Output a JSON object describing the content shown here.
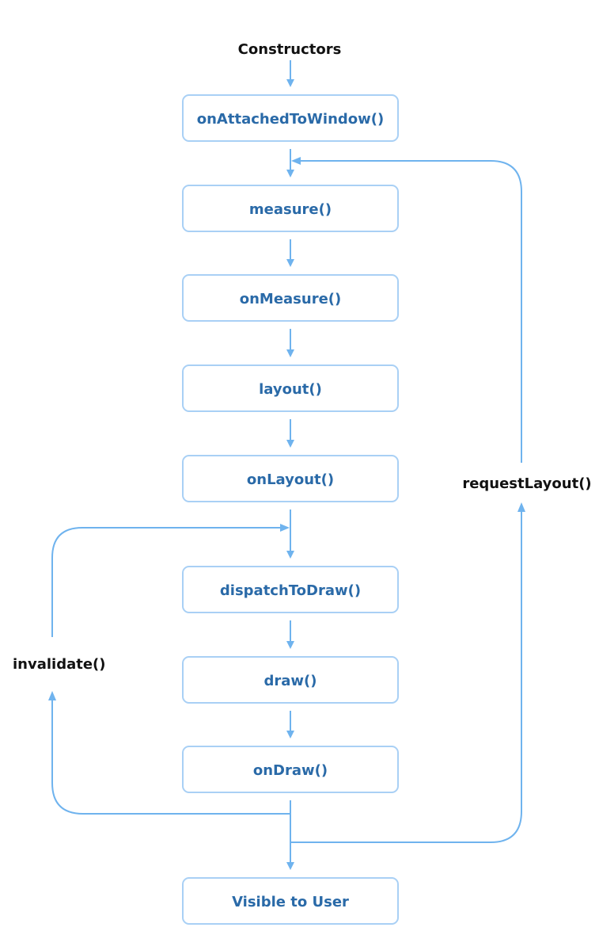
{
  "diagram": {
    "start_label": "Constructors",
    "nodes": [
      "onAttachedToWindow()",
      "measure()",
      "onMeasure()",
      "layout()",
      "onLayout()",
      "dispatchToDraw()",
      "draw()",
      "onDraw()",
      "Visible to User"
    ],
    "loop_left_label": "invalidate()",
    "loop_right_label": "requestLayout()",
    "colors": {
      "node_text": "#2a6aa8",
      "node_border": "#a9d0f5",
      "connector": "#6fb3ee",
      "side_text": "#111111"
    }
  }
}
